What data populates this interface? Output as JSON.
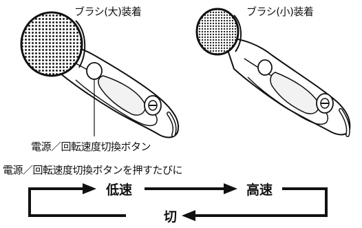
{
  "labels": {
    "brush_large": "ブラシ(大)装着",
    "brush_small": "ブラシ(小)装着",
    "button_callout": "電源／回転速度切換ボタン",
    "cycle_caption": "電源／回転速度切換ボタンを押すたびに"
  },
  "cycle": {
    "low": "低速",
    "high": "高速",
    "off": "切"
  }
}
